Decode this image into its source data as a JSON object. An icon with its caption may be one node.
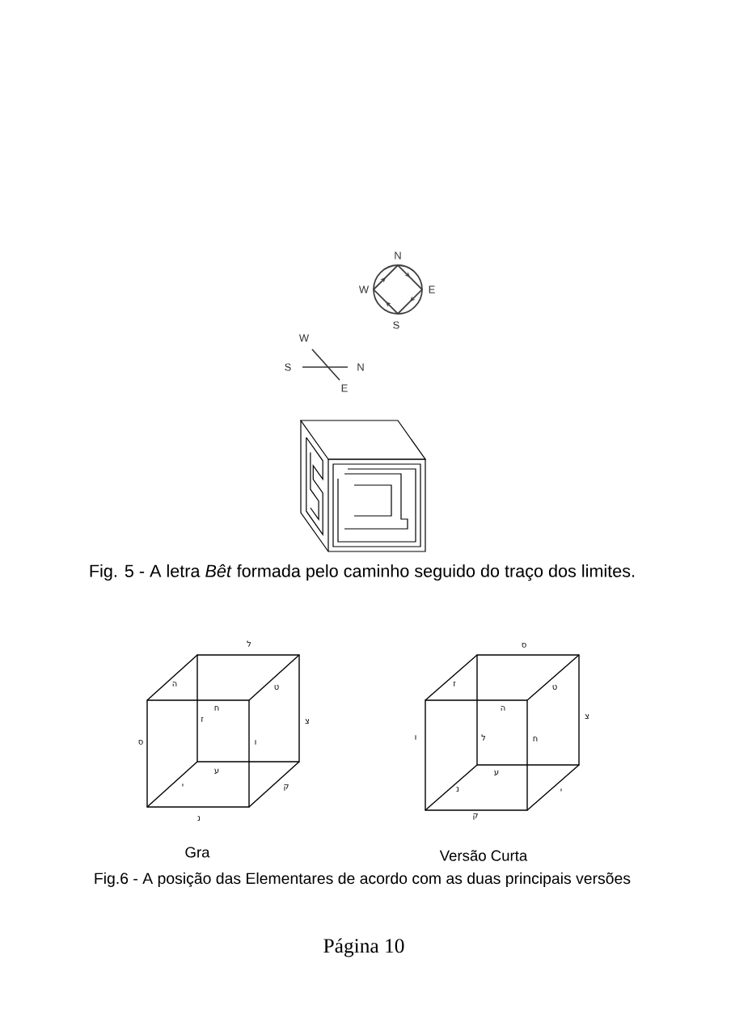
{
  "diagram": {
    "labels": [
      "N",
      "W",
      "E",
      "S",
      "W",
      "S",
      "N",
      "E",
      "Fig. 5 - A letra *Bêt* formada pelo caminho seguido do traço dos limites.",
      "ל",
      "ה",
      "ט",
      "ח",
      "ז",
      "צ",
      "ס",
      "ו",
      "ע",
      "י",
      "ק",
      "נ",
      "ס",
      "ז",
      "ט",
      "ה",
      "צ",
      "ו",
      "ל",
      "ח",
      "ע",
      "נ",
      "י",
      "ק",
      "Gra",
      "Versão Curta",
      "Fig.6 - A posição das Elementares de acordo com as duas principais versões",
      "Página 10"
    ]
  }
}
